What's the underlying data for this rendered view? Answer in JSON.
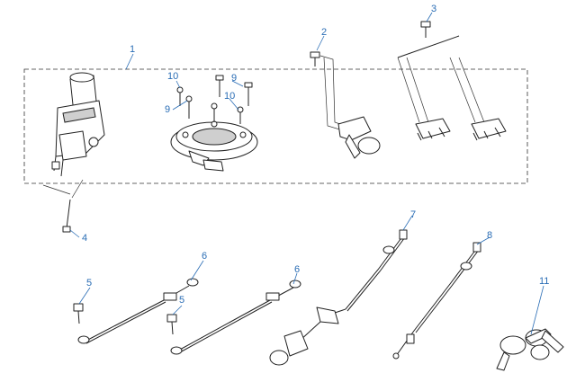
{
  "diagram": {
    "callouts": {
      "c1": "1",
      "c2": "2",
      "c3": "3",
      "c4": "4",
      "c5a": "5",
      "c5b": "5",
      "c6a": "6",
      "c6b": "6",
      "c7": "7",
      "c8": "8",
      "c9a": "9",
      "c9b": "9",
      "c10a": "10",
      "c10b": "10",
      "c11": "11"
    },
    "colors": {
      "callout": "#2a6db5",
      "linework": "#222222",
      "background": "#ffffff"
    }
  }
}
